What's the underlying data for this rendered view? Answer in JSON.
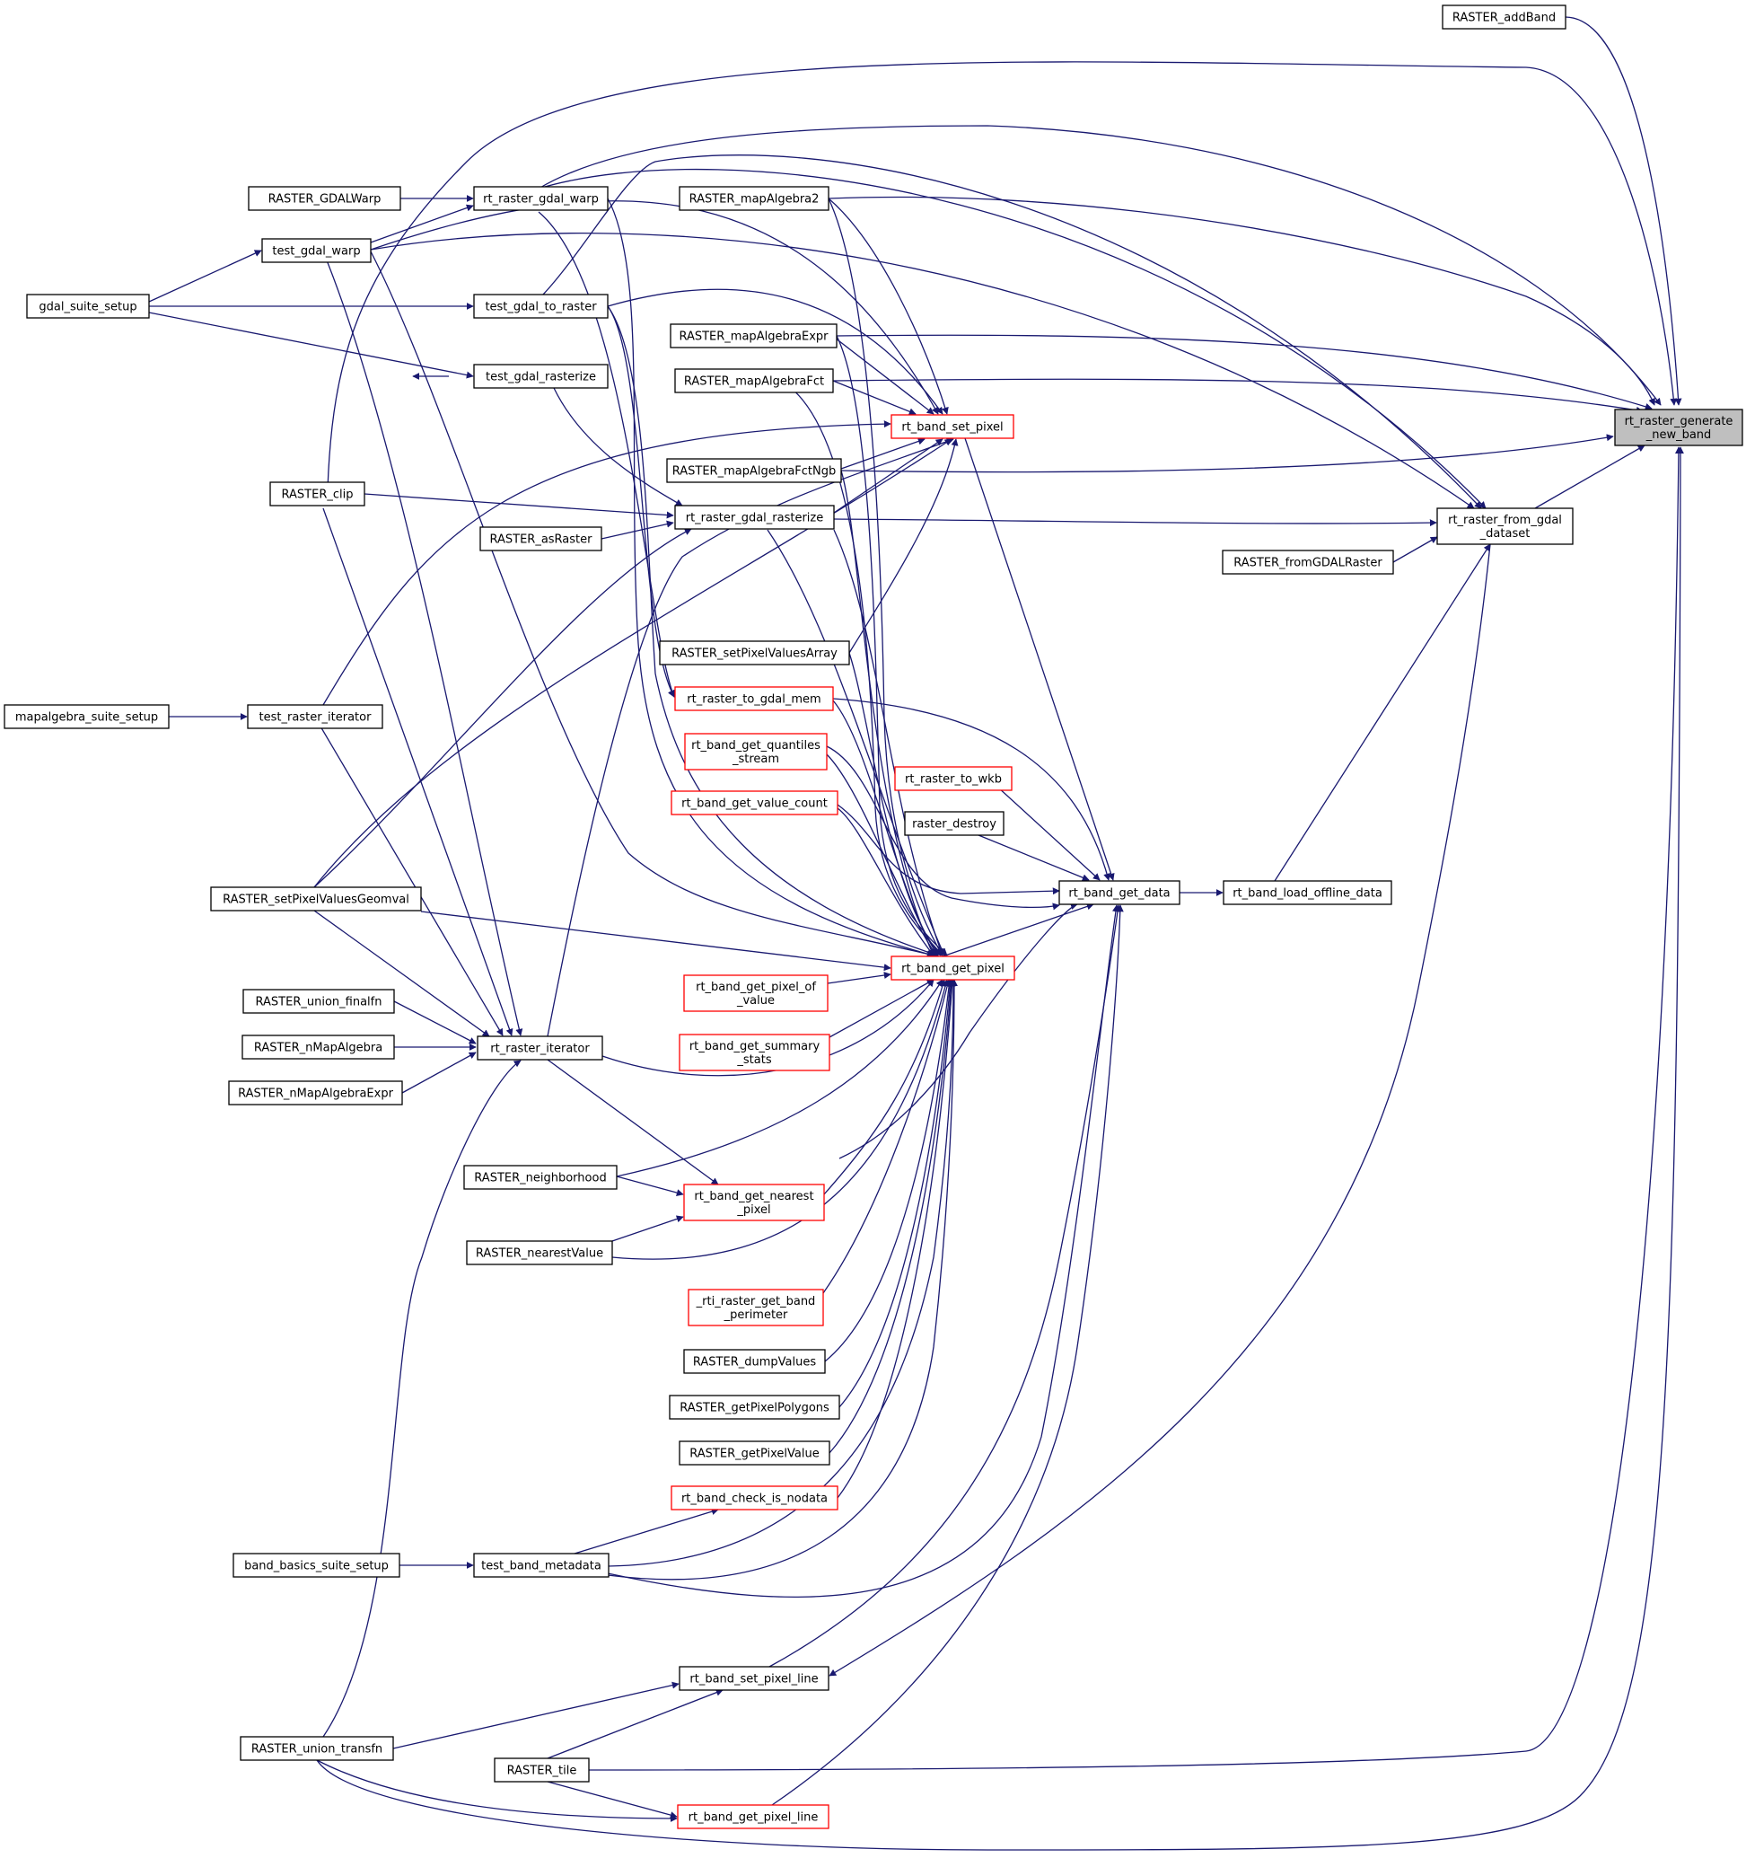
{
  "nodes": [
    {
      "id": "root",
      "lines": [
        "rt_raster_generate",
        "_new_band"
      ],
      "kind": "root"
    },
    {
      "id": "addBand",
      "lines": [
        "RASTER_addBand"
      ]
    },
    {
      "id": "fromGdal",
      "lines": [
        "rt_raster_from_gdal",
        "_dataset"
      ]
    },
    {
      "id": "fromGDALRaster",
      "lines": [
        "RASTER_fromGDALRaster"
      ]
    },
    {
      "id": "loadOffline",
      "lines": [
        "rt_band_load_offline_data"
      ]
    },
    {
      "id": "getData",
      "lines": [
        "rt_band_get_data"
      ]
    },
    {
      "id": "setPixel",
      "lines": [
        "rt_band_set_pixel"
      ],
      "kind": "red"
    },
    {
      "id": "getPixel",
      "lines": [
        "rt_band_get_pixel"
      ],
      "kind": "red"
    },
    {
      "id": "toWkb",
      "lines": [
        "rt_raster_to_wkb"
      ],
      "kind": "red"
    },
    {
      "id": "rasterDestroy",
      "lines": [
        "raster_destroy"
      ]
    },
    {
      "id": "setPixelLine",
      "lines": [
        "rt_band_set_pixel_line"
      ]
    },
    {
      "id": "getPixelLine",
      "lines": [
        "rt_band_get_pixel_line"
      ],
      "kind": "red"
    },
    {
      "id": "GDALWarp",
      "lines": [
        "RASTER_GDALWarp"
      ]
    },
    {
      "id": "gdalWarp",
      "lines": [
        "rt_raster_gdal_warp"
      ]
    },
    {
      "id": "testGdalWarp",
      "lines": [
        "test_gdal_warp"
      ]
    },
    {
      "id": "gdalSuite",
      "lines": [
        "gdal_suite_setup"
      ]
    },
    {
      "id": "testGdalToRaster",
      "lines": [
        "test_gdal_to_raster"
      ]
    },
    {
      "id": "testGdalRasterize",
      "lines": [
        "test_gdal_rasterize"
      ]
    },
    {
      "id": "mapAlgebra2",
      "lines": [
        "RASTER_mapAlgebra2"
      ]
    },
    {
      "id": "mapAlgebraExpr",
      "lines": [
        "RASTER_mapAlgebraExpr"
      ]
    },
    {
      "id": "mapAlgebraFct",
      "lines": [
        "RASTER_mapAlgebraFct"
      ]
    },
    {
      "id": "mapAlgebraFctNgb",
      "lines": [
        "RASTER_mapAlgebraFctNgb"
      ]
    },
    {
      "id": "gdalRasterize",
      "lines": [
        "rt_raster_gdal_rasterize"
      ]
    },
    {
      "id": "asRaster",
      "lines": [
        "RASTER_asRaster"
      ]
    },
    {
      "id": "clip",
      "lines": [
        "RASTER_clip"
      ]
    },
    {
      "id": "setPixelValuesArray",
      "lines": [
        "RASTER_setPixelValuesArray"
      ]
    },
    {
      "id": "toGdalMem",
      "lines": [
        "rt_raster_to_gdal_mem"
      ],
      "kind": "red"
    },
    {
      "id": "quantiles",
      "lines": [
        "rt_band_get_quantiles",
        "_stream"
      ],
      "kind": "red"
    },
    {
      "id": "valueCount",
      "lines": [
        "rt_band_get_value_count"
      ],
      "kind": "red"
    },
    {
      "id": "mapalgebraSuite",
      "lines": [
        "mapalgebra_suite_setup"
      ]
    },
    {
      "id": "testRasterIterator",
      "lines": [
        "test_raster_iterator"
      ]
    },
    {
      "id": "setPixelValuesGeomval",
      "lines": [
        "RASTER_setPixelValuesGeomval"
      ]
    },
    {
      "id": "pixelOfValue",
      "lines": [
        "rt_band_get_pixel_of",
        "_value"
      ],
      "kind": "red"
    },
    {
      "id": "summaryStats",
      "lines": [
        "rt_band_get_summary",
        "_stats"
      ],
      "kind": "red"
    },
    {
      "id": "unionFinalfn",
      "lines": [
        "RASTER_union_finalfn"
      ]
    },
    {
      "id": "nMapAlgebra",
      "lines": [
        "RASTER_nMapAlgebra"
      ]
    },
    {
      "id": "nMapAlgebraExpr",
      "lines": [
        "RASTER_nMapAlgebraExpr"
      ]
    },
    {
      "id": "rasterIterator",
      "lines": [
        "rt_raster_iterator"
      ]
    },
    {
      "id": "neighborhood",
      "lines": [
        "RASTER_neighborhood"
      ]
    },
    {
      "id": "nearestPixel",
      "lines": [
        "rt_band_get_nearest",
        "_pixel"
      ],
      "kind": "red"
    },
    {
      "id": "nearestValue",
      "lines": [
        "RASTER_nearestValue"
      ]
    },
    {
      "id": "rtiPerimeter",
      "lines": [
        "_rti_raster_get_band",
        "_perimeter"
      ],
      "kind": "red"
    },
    {
      "id": "dumpValues",
      "lines": [
        "RASTER_dumpValues"
      ]
    },
    {
      "id": "getPixelPolygons",
      "lines": [
        "RASTER_getPixelPolygons"
      ]
    },
    {
      "id": "getPixelValue",
      "lines": [
        "RASTER_getPixelValue"
      ]
    },
    {
      "id": "checkNodata",
      "lines": [
        "rt_band_check_is_nodata"
      ],
      "kind": "red"
    },
    {
      "id": "bandBasicsSuite",
      "lines": [
        "band_basics_suite_setup"
      ]
    },
    {
      "id": "testBandMetadata",
      "lines": [
        "test_band_metadata"
      ]
    },
    {
      "id": "unionTransfn",
      "lines": [
        "RASTER_union_transfn"
      ]
    },
    {
      "id": "tile",
      "lines": [
        "RASTER_tile"
      ]
    }
  ]
}
